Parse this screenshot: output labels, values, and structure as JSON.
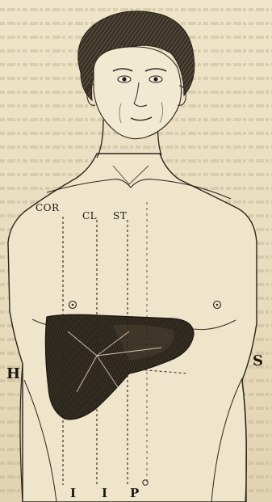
{
  "labels": {
    "cor": "COR",
    "cl": "CL",
    "st": "ST",
    "h": "H",
    "s": "S",
    "i1": "I",
    "i2": "I",
    "p": "P"
  }
}
